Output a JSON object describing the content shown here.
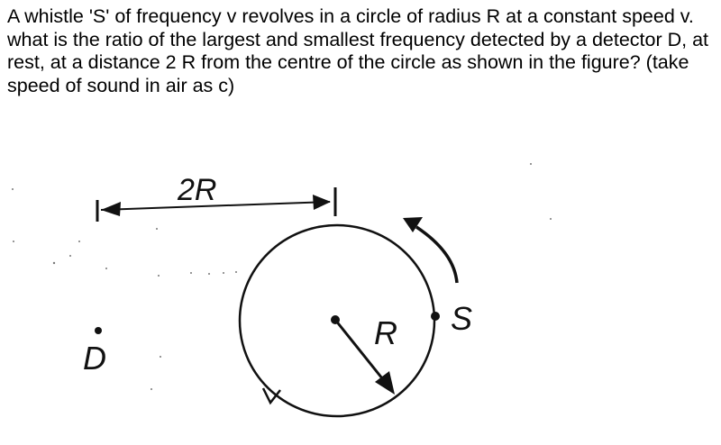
{
  "question": {
    "text": "A whistle 'S' of frequency v revolves in a circle of radius R at a constant speed v. what is the ratio of the largest and smallest frequency detected by a detector D, at rest, at a distance 2 R from the centre of the circle as shown in the figure? (take speed of sound in air as c)"
  },
  "figure": {
    "distance_label": "2R",
    "radius_label": "R",
    "source_label": "S",
    "detector_label": "D",
    "ink_color": "#111111"
  }
}
